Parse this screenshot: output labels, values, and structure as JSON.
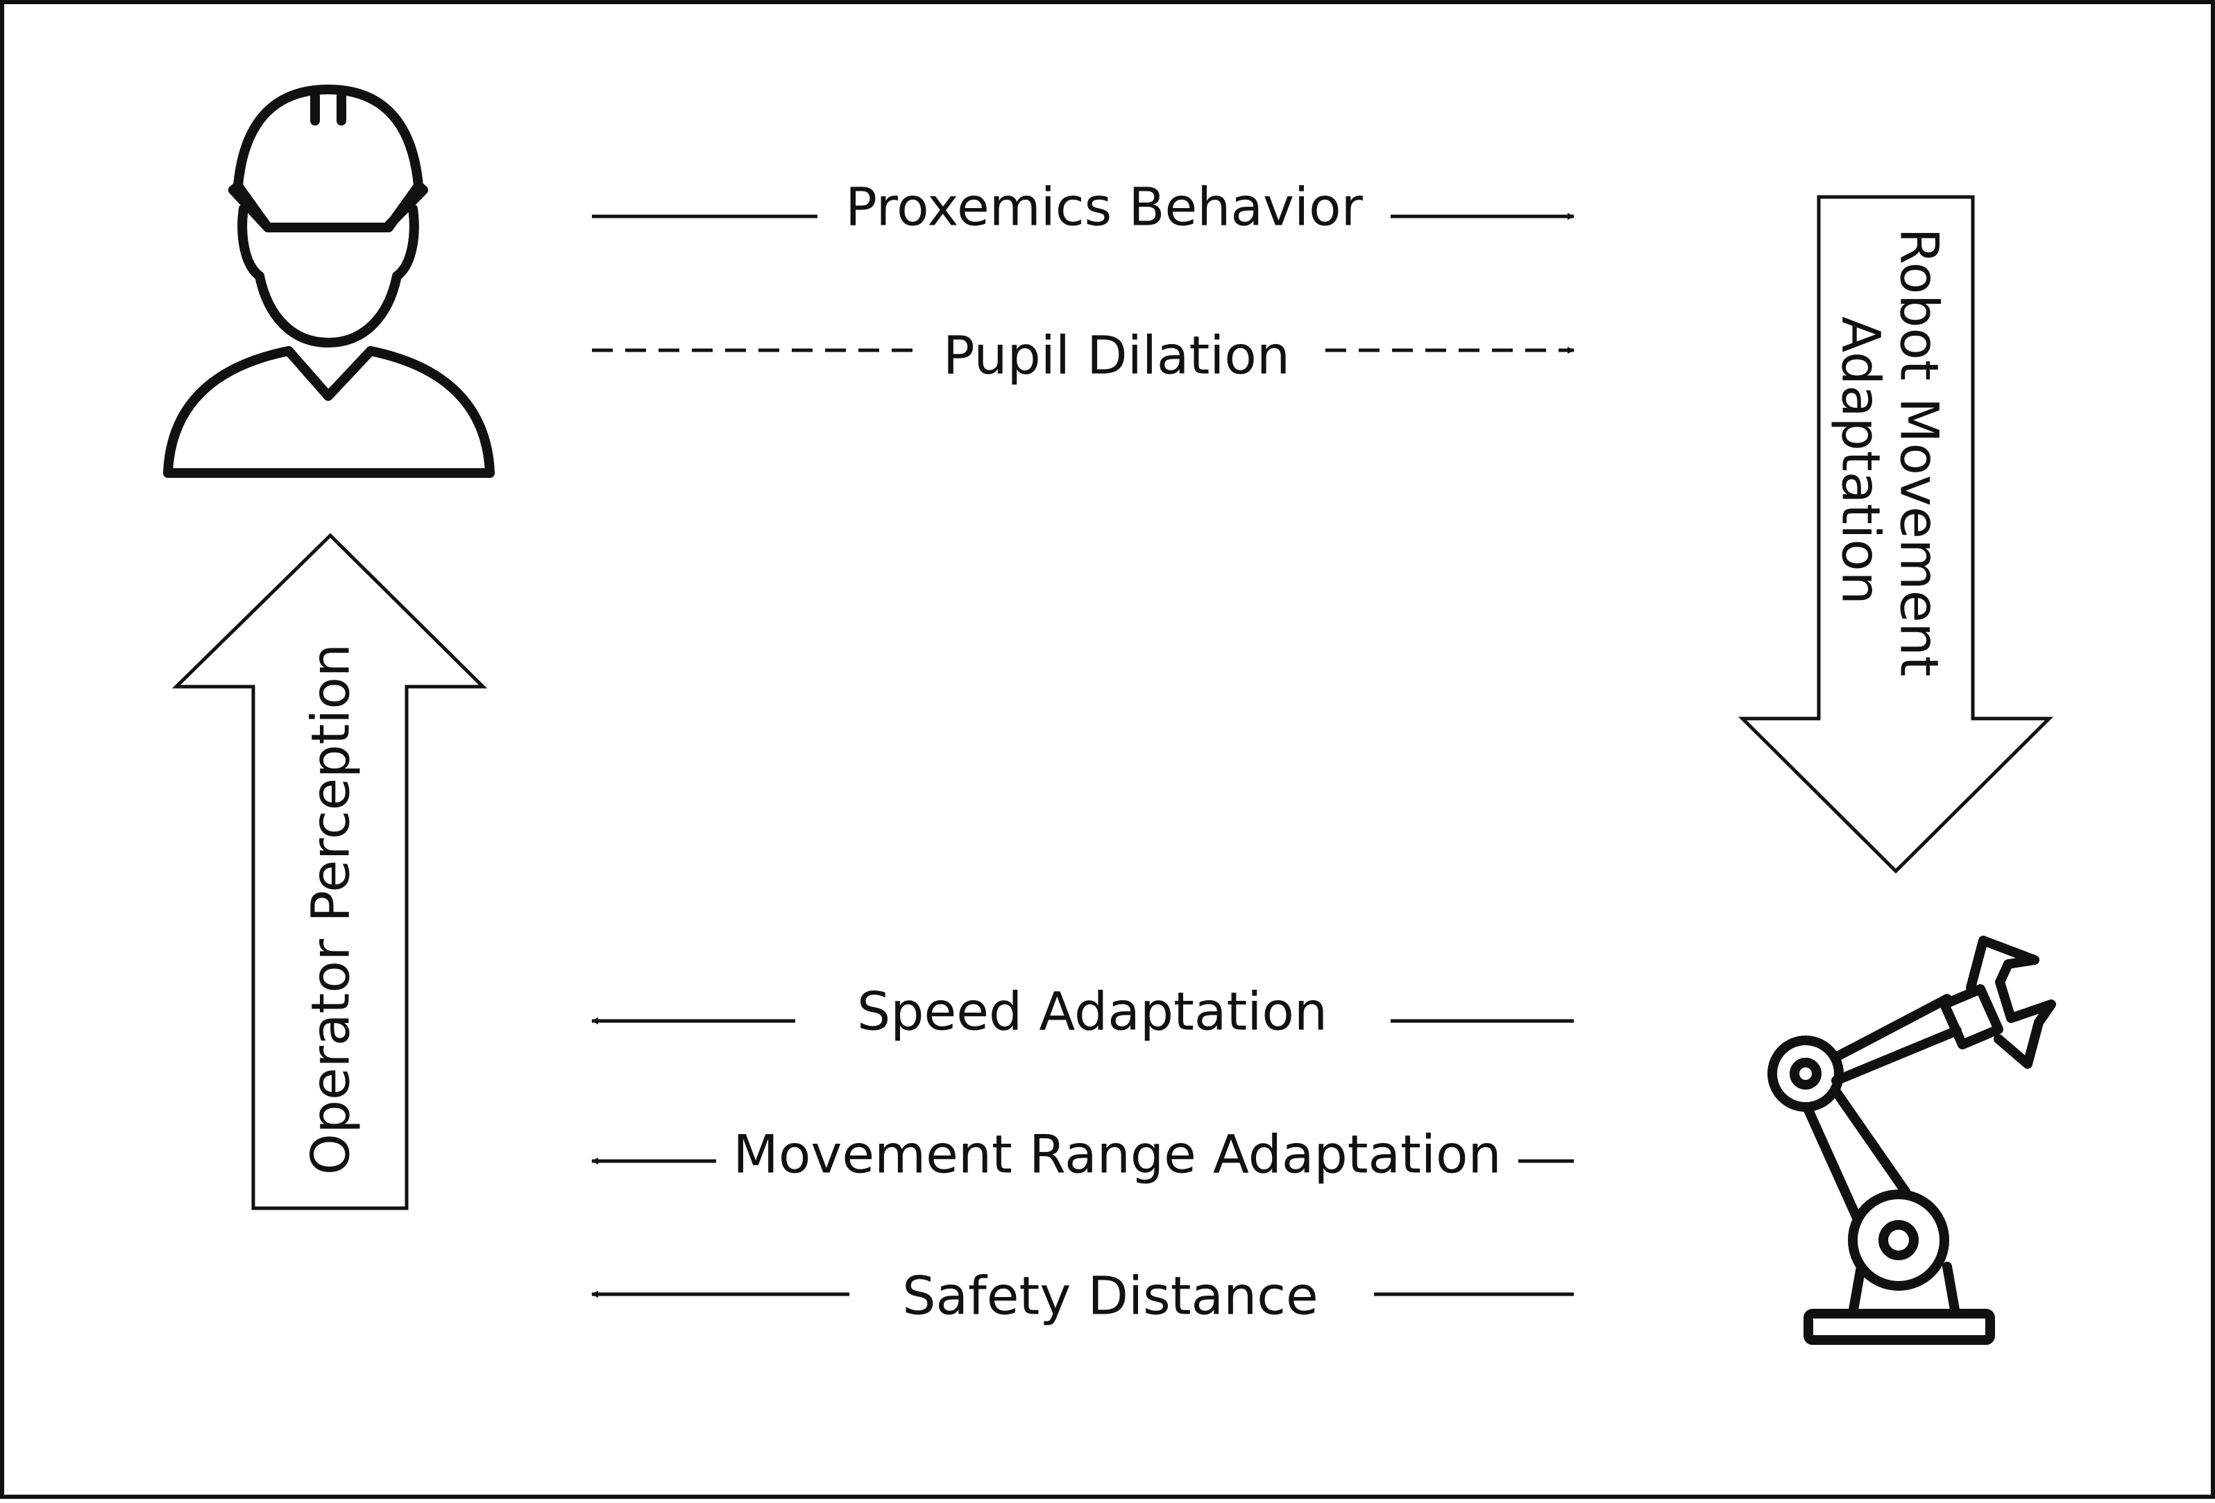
{
  "colors": {
    "stroke": "#111111",
    "background": "#ffffff"
  },
  "icons": {
    "operator": "worker-helmet-icon",
    "robot": "robot-arm-icon"
  },
  "arrows": {
    "operator_perception": "Operator Perception",
    "robot_movement_adaptation": [
      "Robot Movement",
      "Adaptation"
    ]
  },
  "signals_to_robot": [
    {
      "label": "Proxemics Behavior",
      "line": "solid"
    },
    {
      "label": "Pupil Dilation",
      "line": "dashed"
    }
  ],
  "signals_to_operator": [
    {
      "label": "Speed Adaptation",
      "line": "solid"
    },
    {
      "label": "Movement Range Adaptation",
      "line": "solid"
    },
    {
      "label": "Safety Distance",
      "line": "solid"
    }
  ]
}
